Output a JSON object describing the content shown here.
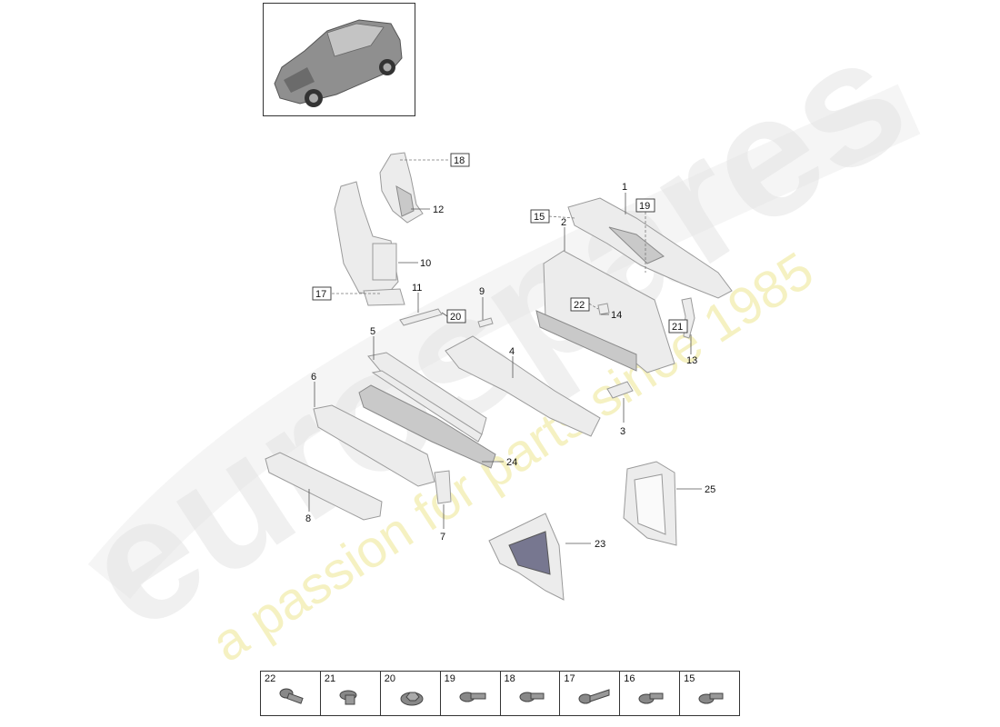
{
  "watermark": {
    "brand": "eurospares",
    "tagline": "a passion for parts since 1985"
  },
  "thumbnail": {
    "icon": "car-thumbnail-icon"
  },
  "callouts": [
    {
      "id": "1",
      "label": "1"
    },
    {
      "id": "2",
      "label": "2"
    },
    {
      "id": "3",
      "label": "3"
    },
    {
      "id": "4",
      "label": "4"
    },
    {
      "id": "5",
      "label": "5"
    },
    {
      "id": "6",
      "label": "6"
    },
    {
      "id": "7",
      "label": "7"
    },
    {
      "id": "8",
      "label": "8"
    },
    {
      "id": "9",
      "label": "9"
    },
    {
      "id": "10",
      "label": "10"
    },
    {
      "id": "11",
      "label": "11"
    },
    {
      "id": "12",
      "label": "12"
    },
    {
      "id": "13",
      "label": "13"
    },
    {
      "id": "14",
      "label": "14"
    },
    {
      "id": "23",
      "label": "23"
    },
    {
      "id": "24",
      "label": "24"
    },
    {
      "id": "25",
      "label": "25"
    }
  ],
  "boxed_callouts": [
    {
      "id": "15",
      "label": "15"
    },
    {
      "id": "17",
      "label": "17"
    },
    {
      "id": "18",
      "label": "18"
    },
    {
      "id": "19",
      "label": "19"
    },
    {
      "id": "20",
      "label": "20"
    },
    {
      "id": "21",
      "label": "21"
    },
    {
      "id": "22",
      "label": "22"
    }
  ],
  "fasteners": [
    {
      "label": "22",
      "icon": "screw-icon"
    },
    {
      "label": "21",
      "icon": "flange-screw-icon"
    },
    {
      "label": "20",
      "icon": "nut-icon"
    },
    {
      "label": "19",
      "icon": "flange-screw-icon"
    },
    {
      "label": "18",
      "icon": "flange-screw-icon"
    },
    {
      "label": "17",
      "icon": "self-tapping-screw-icon"
    },
    {
      "label": "16",
      "icon": "flange-screw-icon"
    },
    {
      "label": "15",
      "icon": "flange-screw-icon"
    }
  ]
}
